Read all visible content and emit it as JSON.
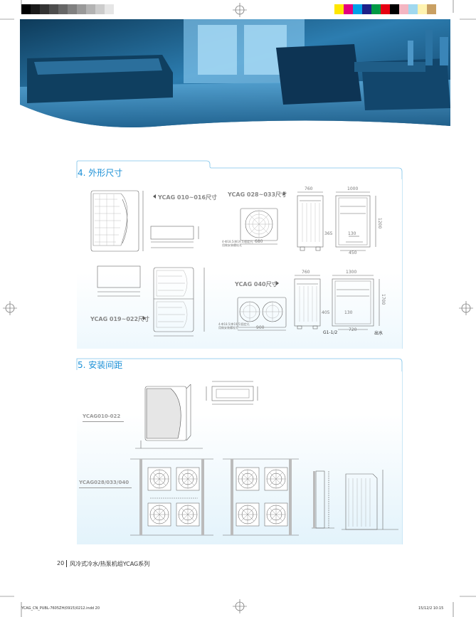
{
  "colors": {
    "accent": "#1a8fd6",
    "panel_gradient_top": "#ffffff",
    "panel_gradient_bottom": "#e3f3fb",
    "gray_swatches": [
      "#000000",
      "#1a1a1a",
      "#333333",
      "#4d4d4d",
      "#666666",
      "#808080",
      "#999999",
      "#b3b3b3",
      "#cccccc",
      "#e6e6e6",
      "#ffffff"
    ],
    "color_swatches": [
      "#ffe600",
      "#e4007f",
      "#00a0e9",
      "#1d2088",
      "#009944",
      "#e60012",
      "#000000",
      "#f4b6c2",
      "#a0d8ef",
      "#fff3b0",
      "#c9a063"
    ]
  },
  "sections": {
    "dimensions": {
      "title": "4. 外形尺寸",
      "models": {
        "m010": "YCAG 010~016尺寸",
        "m019": "YCAG 019~022尺寸",
        "m028": "YCAG 028~033尺寸",
        "m040": "YCAG 040尺寸"
      },
      "dims_028": {
        "top_width": "760",
        "front_width": "1000",
        "height": "1200",
        "base_width": "680",
        "side_depth": "365",
        "gap": "130",
        "foot": "450",
        "fan_note": "4-Ф18.5(Ф19.5)固定孔 用做安装螺栓孔"
      },
      "dims_040": {
        "top_width": "760",
        "front_width": "1300",
        "height": "1700",
        "base_width": "900",
        "side_depth": "405",
        "gap": "130",
        "foot": "720",
        "label_g": "G1-1/2",
        "outlet": "出水",
        "fan_note": "4-Ф18.5(Ф19.5)固定孔 用做安装螺栓孔"
      }
    },
    "installation": {
      "title": "5. 安装间距",
      "model_a": "YCAG010-022",
      "model_b": "YCAG028/033/040"
    }
  },
  "footer": {
    "page_number": "20",
    "title": "风冷式冷水/热泵机组YCAG系列",
    "slug_left": "YCAG_CN_PUBL-7605ZH(0915)0212.indd   20",
    "slug_right": "15/12/2   10:15"
  }
}
